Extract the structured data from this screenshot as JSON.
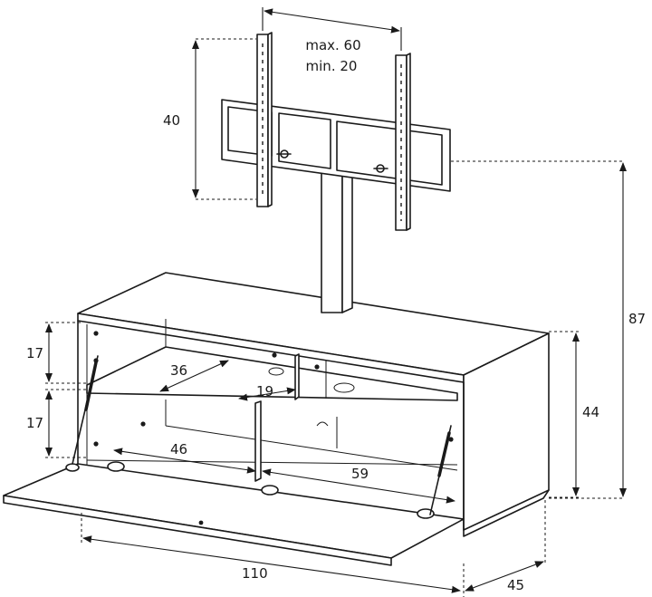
{
  "dimensions": {
    "bracket_spacing_max": "max. 60",
    "bracket_spacing_min": "min. 20",
    "bracket_height": "40",
    "total_height": "87",
    "cabinet_height": "44",
    "upper_compartment_height": "17",
    "lower_compartment_height": "17",
    "upper_shelf_depth": "36",
    "middle_divider_depth": "19",
    "lower_left_width": "46",
    "lower_right_width": "59",
    "total_width": "110",
    "total_depth": "45"
  }
}
